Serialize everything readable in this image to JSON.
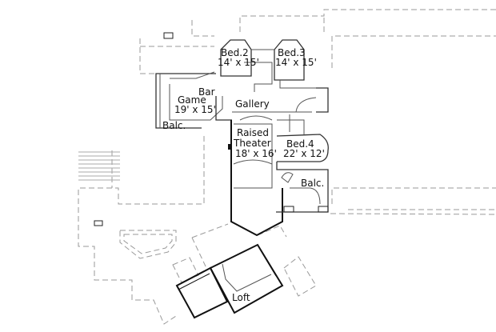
{
  "floor_plan": {
    "rooms": [
      {
        "id": "bar",
        "label": "Bar"
      },
      {
        "id": "game",
        "label": "Game",
        "size": "19' x 15'"
      },
      {
        "id": "balc_left",
        "label": "Balc."
      },
      {
        "id": "bed2",
        "label": "Bed.2",
        "size": "14' x 15'"
      },
      {
        "id": "bed3",
        "label": "Bed.3",
        "size": "14' x 15'"
      },
      {
        "id": "gallery",
        "label": "Gallery"
      },
      {
        "id": "theater",
        "label": "Raised",
        "label2": "Theater",
        "size": "18' x 16'"
      },
      {
        "id": "bed4",
        "label": "Bed.4",
        "size": "22' x 12'"
      },
      {
        "id": "balc_right",
        "label": "Balc."
      },
      {
        "id": "loft",
        "label": "Loft"
      }
    ],
    "colors": {
      "wall": "#111111",
      "roofline": "#9a9a9a"
    }
  }
}
